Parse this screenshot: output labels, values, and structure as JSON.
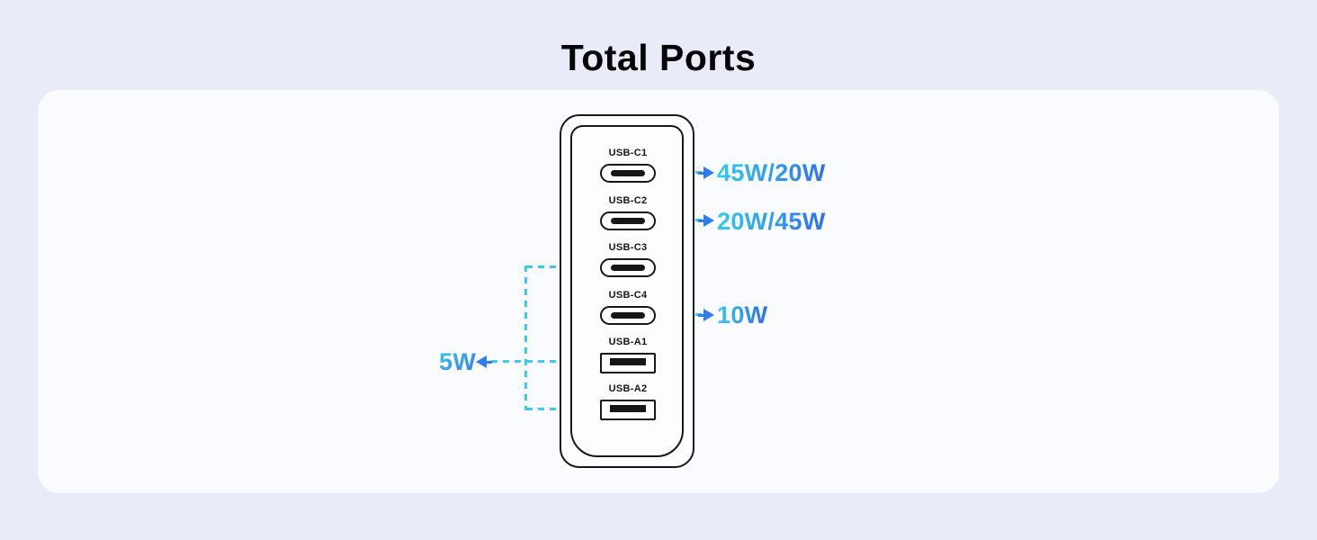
{
  "title": "Total Ports",
  "ports": [
    {
      "id": "usb-c1",
      "label": "USB-C1",
      "type": "usb-c"
    },
    {
      "id": "usb-c2",
      "label": "USB-C2",
      "type": "usb-c"
    },
    {
      "id": "usb-c3",
      "label": "USB-C3",
      "type": "usb-c"
    },
    {
      "id": "usb-c4",
      "label": "USB-C4",
      "type": "usb-c"
    },
    {
      "id": "usb-a1",
      "label": "USB-A1",
      "type": "usb-a"
    },
    {
      "id": "usb-a2",
      "label": "USB-A2",
      "type": "usb-a"
    }
  ],
  "power_labels": [
    {
      "value": "45W/20W",
      "side": "right",
      "ports": [
        "USB-C1"
      ]
    },
    {
      "value": "20W/45W",
      "side": "right",
      "ports": [
        "USB-C2"
      ]
    },
    {
      "value": "10W",
      "side": "right",
      "ports": [
        "USB-C4"
      ]
    },
    {
      "value": "5W",
      "side": "left",
      "ports": [
        "USB-C3",
        "USB-A1",
        "USB-A2"
      ]
    }
  ],
  "colors": {
    "background": "#EAEBF8",
    "card": "#FAFBFE",
    "outline": "#161616",
    "dash_cyan": "#3EC8F5",
    "arrow_blue": "#2E7BF2",
    "power_gradient_start": "#33C9F2",
    "power_gradient_end": "#2F6FEF"
  }
}
